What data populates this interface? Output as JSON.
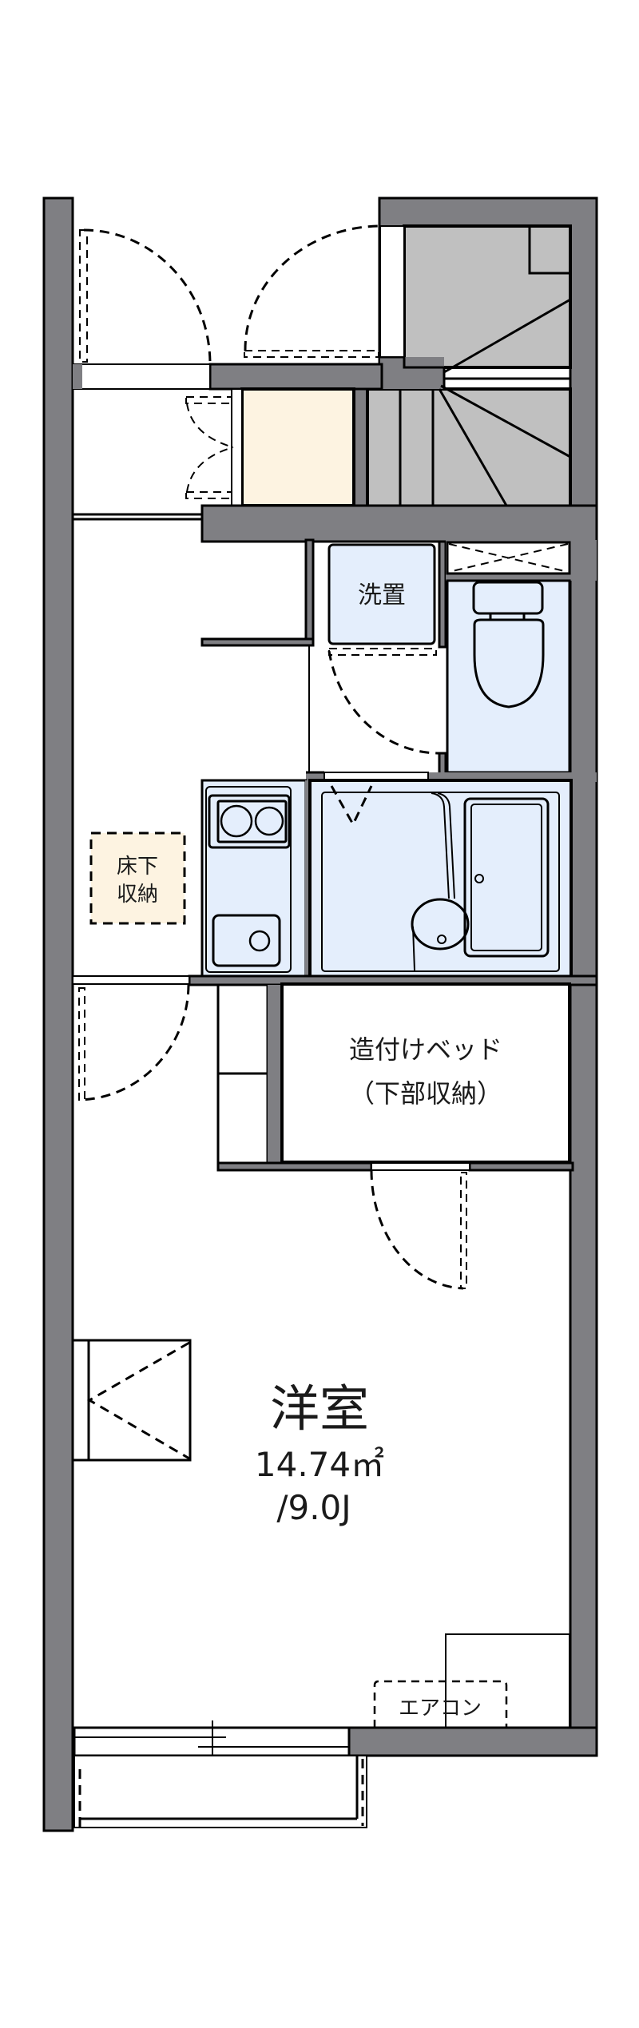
{
  "floorplan": {
    "colors": {
      "wall": "#7f7f83",
      "stairs": "#c0c0c0",
      "wet_area_fixture": "#e4eefc",
      "storage": "#fdf3e1",
      "background": "#ffffff"
    },
    "rooms": {
      "western_room": {
        "name": "洋室",
        "area": "14.74㎡",
        "tatami": "/9.0J"
      },
      "built_in_bed": {
        "line1": "造付けベッド",
        "line2": "（下部収納）"
      },
      "laundry": {
        "label": "洗置"
      },
      "underfloor_storage": {
        "line1": "床下",
        "line2": "収納"
      },
      "aircon": {
        "label": "エアコン"
      }
    },
    "fixtures": [
      "stairs",
      "closet",
      "washing-machine-space",
      "toilet",
      "kitchen-stove",
      "kitchen-sink",
      "unit-bath",
      "bathtub",
      "shelf",
      "window",
      "balcony"
    ]
  }
}
